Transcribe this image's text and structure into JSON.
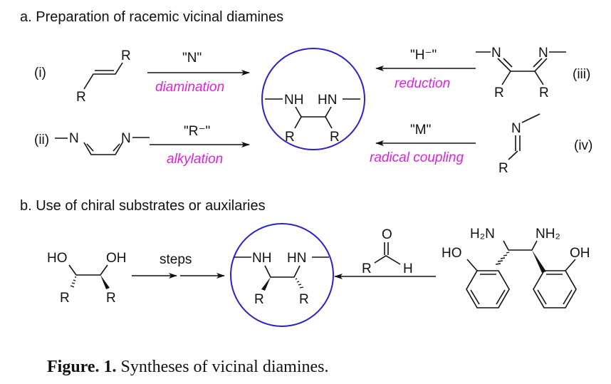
{
  "figure": {
    "caption_bold": "Figure. 1.",
    "caption_text": " Syntheses of vicinal diamines.",
    "accent_color": "#e020e0",
    "highlight_ring_color": "#2a22c8"
  },
  "section_a": {
    "heading": "a. Preparation of racemic vicinal diamines",
    "routes": [
      {
        "label": "(i)",
        "reagent": "\"N\"",
        "condition": "diamination",
        "substrate": "R-CH=CH-R (alkene)"
      },
      {
        "label": "(ii)",
        "reagent": "\"R⁻\"",
        "condition": "alkylation",
        "substrate": "MeN=CH-CH=NMe (diimine)"
      },
      {
        "label": "(iii)",
        "reagent": "\"H⁻\"",
        "condition": "reduction",
        "substrate": "MeN=C(R)-C(R)=NMe"
      },
      {
        "label": "(iv)",
        "reagent": "\"M\"",
        "condition": "radical coupling",
        "substrate": "R-CH=NMe (imine)"
      }
    ],
    "product": {
      "nh_left": "NH",
      "nh_right": "HN",
      "r_left": "R",
      "r_right": "R"
    }
  },
  "section_b": {
    "heading": "b. Use of chiral substrates or auxilaries",
    "diol": {
      "oh_left": "HO",
      "oh_right": "OH",
      "r_left": "R",
      "r_right": "R"
    },
    "steps_label": "steps",
    "product": {
      "nh_left": "NH",
      "nh_right": "HN",
      "r_left": "R",
      "r_right": "R"
    },
    "aldehyde": {
      "o": "O",
      "r": "R",
      "h": "H"
    },
    "auxiliary": {
      "nh2_left": "H₂N",
      "nh2_right": "NH₂",
      "oh_left": "HO",
      "oh_right": "OH"
    }
  },
  "atoms": {
    "R": "R",
    "N": "N"
  }
}
